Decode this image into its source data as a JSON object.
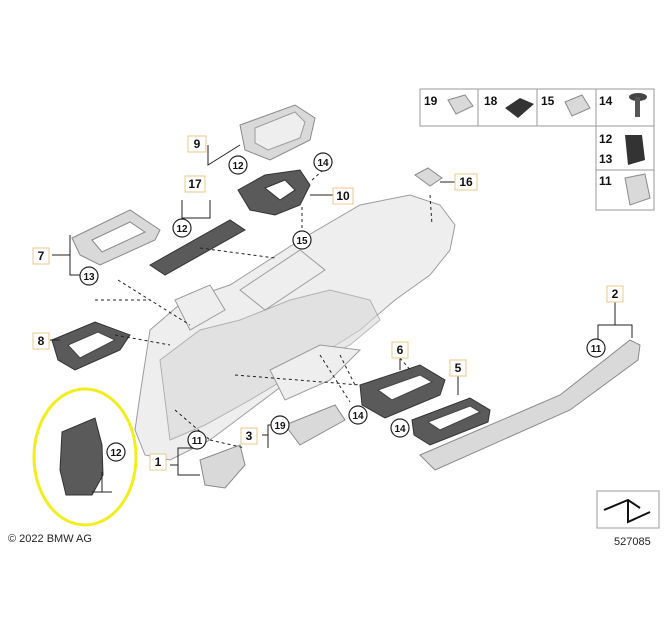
{
  "copyright": "© 2022 BMW AG",
  "diagram_number": "527085",
  "highlight_color": "#f2ee1d",
  "callouts": {
    "p1": "1",
    "p2": "2",
    "p3": "3",
    "p5": "5",
    "p6": "6",
    "p7": "7",
    "p8": "8",
    "p9": "9",
    "p10": "10",
    "p16": "16",
    "p17": "17"
  },
  "circled": {
    "c11_a": "11",
    "c11_b": "11",
    "c12_a": "12",
    "c12_b": "12",
    "c12_c": "12",
    "c13": "13",
    "c14_a": "14",
    "c14_b": "14",
    "c14_c": "14",
    "c15": "15",
    "c19": "19"
  },
  "legend": {
    "l19": "19",
    "l18": "18",
    "l15": "15",
    "l14": "14",
    "l12": "12",
    "l13": "13",
    "l11": "11"
  }
}
